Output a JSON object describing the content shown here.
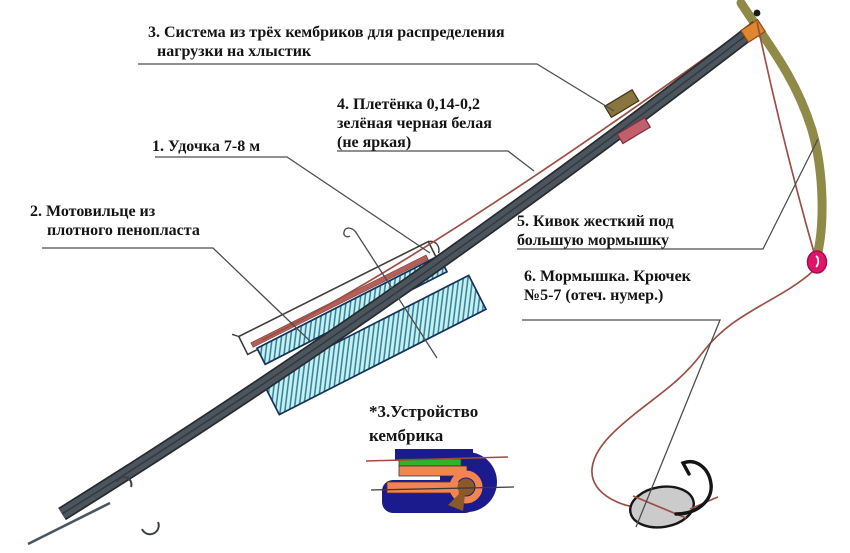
{
  "figure": {
    "type": "winter fishing rod rig diagram",
    "background": "#ffffff"
  },
  "labels": {
    "rod": {
      "lines": [
        "1. Удочка 7-8 м"
      ]
    },
    "winder": {
      "lines": [
        "2. Мотовильце из",
        "плотного пенопласта"
      ]
    },
    "cambric_system": {
      "lines": [
        "3. Система из трёх кембриков для распределения",
        "нагрузки на хлыстик"
      ]
    },
    "braid": {
      "lines": [
        "4. Плетёнка 0,14-0,2",
        "зелёная черная белая",
        "(не яркая)"
      ]
    },
    "nod": {
      "lines": [
        "5. Кивок жесткий под",
        "большую мормышку"
      ]
    },
    "jig": {
      "lines": [
        "6. Мормышка. Крючек",
        "№5-7 (отеч. нумер.)"
      ]
    },
    "cambric_detail": {
      "lines": [
        "*3.Устройство",
        "кембрика"
      ]
    }
  },
  "colors": {
    "rod_body": "#4c555d",
    "rod_outline": "#272c31",
    "braid_line": "#9c4f45",
    "nod_olive": "#8f8a48",
    "bead_magenta": "#e0156a",
    "foam_cyan": "#c6f0f2",
    "foam_hatch": "#2f7f96",
    "winder_channel_white": "#fcfcfc",
    "winder_stripe_red": "#b26058",
    "mid_cambric_olive": "#8a7440",
    "mid_cambric_pink": "#c25f6c",
    "tip_cambric_orange": "#df8630",
    "device_navy": "#1b1b8e",
    "device_green": "#2cb42c",
    "device_salmon": "#f2854f",
    "device_brown": "#8a5a28",
    "jig_gray": "#cbcbcb",
    "hook_black": "#151515",
    "pointer_line": "#4d4d4d",
    "text": "#141414"
  }
}
